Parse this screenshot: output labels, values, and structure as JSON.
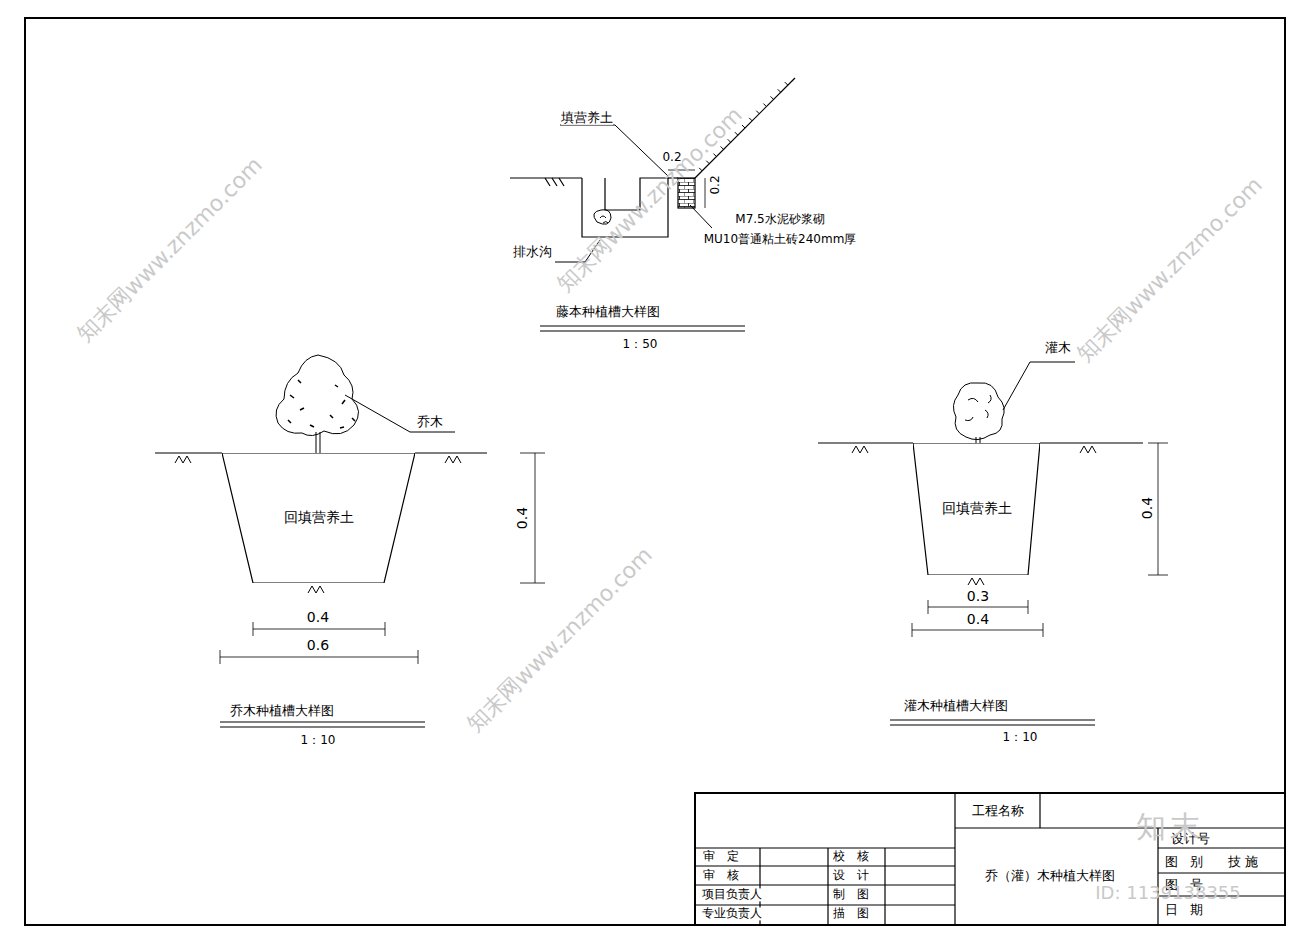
{
  "diagram": {
    "nodes": [
      {
        "text": [
          "回填营养土"
        ]
      },
      {
        "text": [
          "回填营养土"
        ]
      }
    ],
    "labels": [
      "填营养土",
      "0.2",
      "0.2",
      "排水沟",
      "M7.5水泥砂浆砌",
      "MU10普通粘土砖240mm厚",
      "藤本种植槽大样图",
      "1：50",
      "乔木",
      "0.4",
      "0.4",
      "0.6",
      "乔木种植槽大样图",
      "1：10",
      "灌木",
      "0.4",
      "0.3",
      "0.4",
      "灌木种植槽大样图",
      "1：10",
      "审定",
      "校核",
      "审核",
      "设计",
      "项目负责人",
      "制图",
      "专业负责人",
      "描图",
      "工程名称",
      "乔（灌）木种植大样图",
      "设计号",
      "图别",
      "技施",
      "图号",
      "日期",
      "知末",
      "ID: 1139138355",
      "知末网www.znzmo.com",
      "知末网www.znzmo.com",
      "知末网www.znzmo.com",
      "知末网www.znzmo.com"
    ]
  }
}
